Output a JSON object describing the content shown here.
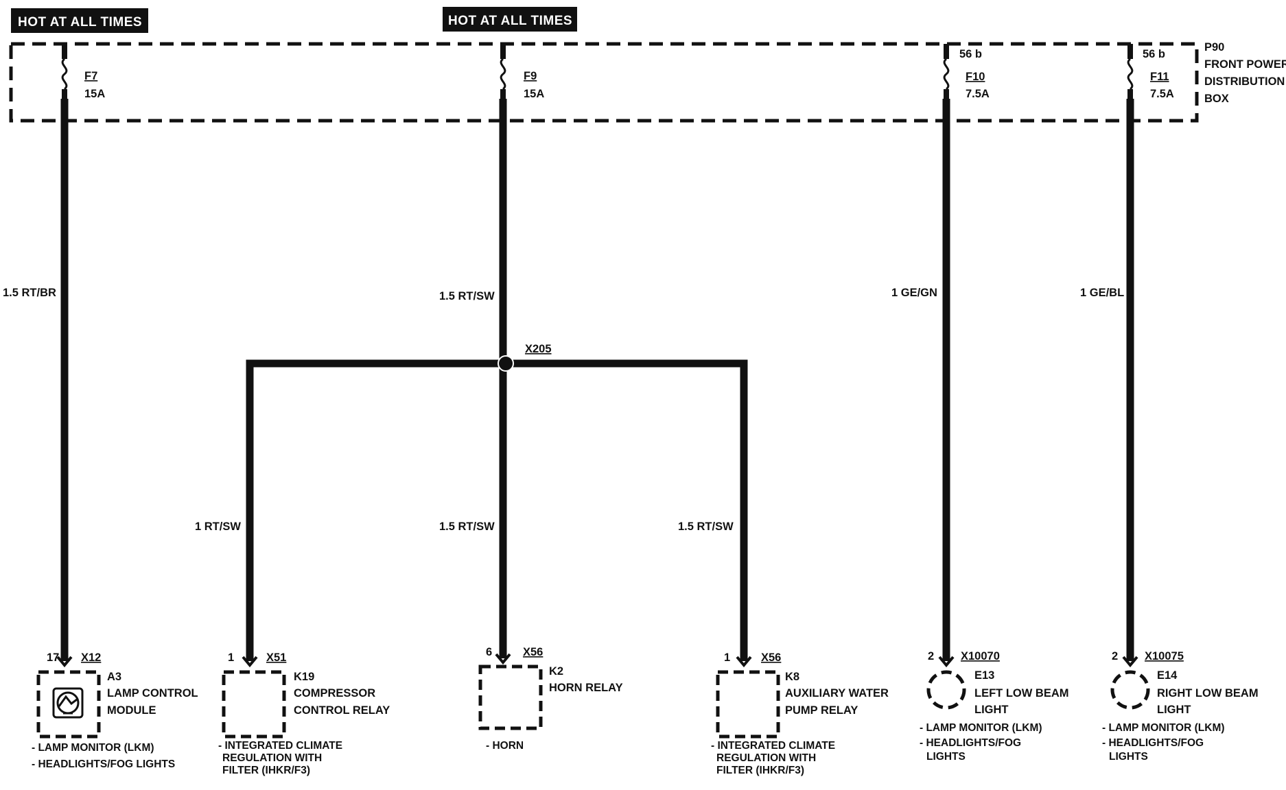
{
  "banners": {
    "left": "HOT AT ALL TIMES",
    "center": "HOT AT ALL TIMES"
  },
  "distribution_box": {
    "id": "P90",
    "name_line1": "FRONT POWER",
    "name_line2": "DISTRIBUTION",
    "name_line3": "BOX"
  },
  "fuses": [
    {
      "terminal": "",
      "name": "F7",
      "rating": "15A"
    },
    {
      "terminal": "",
      "name": "F9",
      "rating": "15A"
    },
    {
      "terminal": "56 b",
      "name": "F10",
      "rating": "7.5A"
    },
    {
      "terminal": "56 b",
      "name": "F11",
      "rating": "7.5A"
    }
  ],
  "wires": {
    "w1": "1.5 RT/BR",
    "w2": "1.5 RT/SW",
    "w3": "1 GE/GN",
    "w4": "1 GE/BL",
    "w5": "1 RT/SW",
    "w6": "1.5 RT/SW",
    "w7": "1.5 RT/SW"
  },
  "splice": {
    "id": "X205"
  },
  "components": [
    {
      "pin": "17",
      "connector": "X12",
      "id": "A3",
      "name_lines": [
        "LAMP CONTROL",
        "MODULE"
      ],
      "notes": [
        "- LAMP MONITOR (LKM)",
        "- HEADLIGHTS/FOG LIGHTS"
      ]
    },
    {
      "pin": "1",
      "connector": "X51",
      "id": "K19",
      "name_lines": [
        "COMPRESSOR",
        "CONTROL RELAY"
      ],
      "notes": [
        "- INTEGRATED CLIMATE",
        "REGULATION WITH",
        "FILTER (IHKR/F3)"
      ]
    },
    {
      "pin": "6",
      "connector": "X56",
      "id": "K2",
      "name_lines": [
        "HORN RELAY"
      ],
      "notes": [
        "- HORN"
      ]
    },
    {
      "pin": "1",
      "connector": "X56",
      "id": "K8",
      "name_lines": [
        "AUXILIARY WATER",
        "PUMP RELAY"
      ],
      "notes": [
        "- INTEGRATED CLIMATE",
        "REGULATION WITH",
        "FILTER (IHKR/F3)"
      ]
    },
    {
      "pin": "2",
      "connector": "X10070",
      "id": "E13",
      "name_lines": [
        "LEFT LOW BEAM",
        "LIGHT"
      ],
      "notes": [
        "- LAMP MONITOR (LKM)",
        "- HEADLIGHTS/FOG",
        "LIGHTS"
      ]
    },
    {
      "pin": "2",
      "connector": "X10075",
      "id": "E14",
      "name_lines": [
        "RIGHT LOW BEAM",
        "LIGHT"
      ],
      "notes": [
        "- LAMP MONITOR (LKM)",
        "- HEADLIGHTS/FOG",
        "LIGHTS"
      ]
    }
  ]
}
